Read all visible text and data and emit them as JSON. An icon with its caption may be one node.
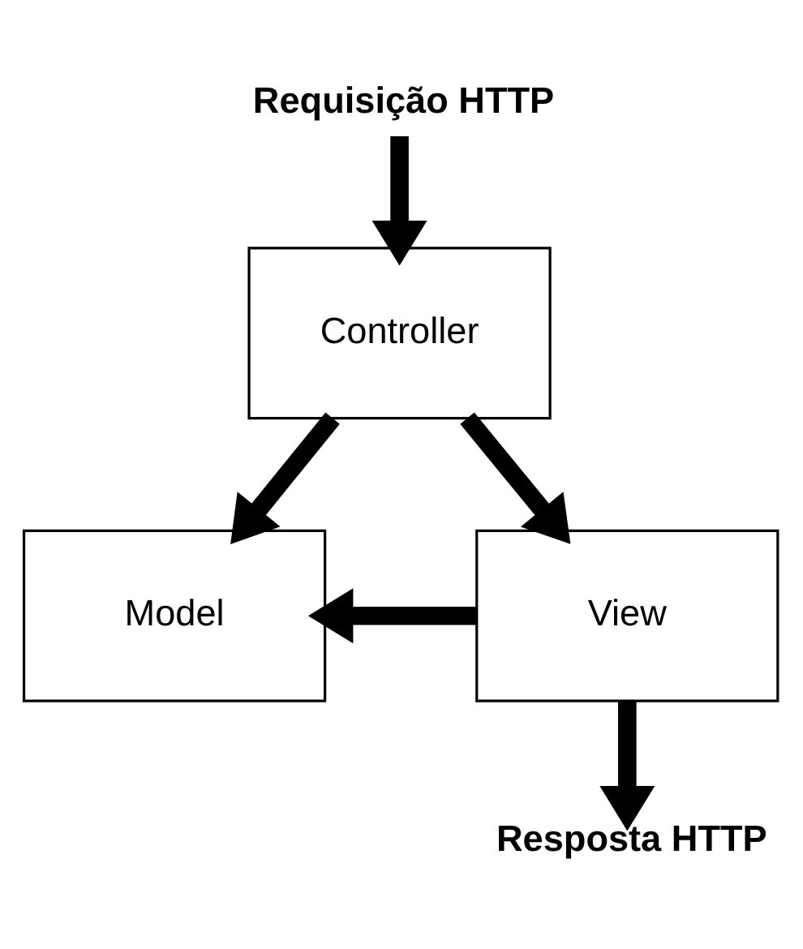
{
  "diagram": {
    "nodes": [
      {
        "text": [
          "Requisição HTTP"
        ]
      },
      {
        "text": [
          "Controller"
        ]
      },
      {
        "text": [
          "Model"
        ]
      },
      {
        "text": [
          "View"
        ]
      },
      {
        "text": [
          "Resposta HTTP"
        ]
      }
    ],
    "edges": [
      {
        "from": 0,
        "to": 1,
        "arrow": "to"
      },
      {
        "from": 1,
        "to": 2,
        "arrow": "to"
      },
      {
        "from": 1,
        "to": 3,
        "arrow": "to"
      },
      {
        "from": 3,
        "to": 2,
        "arrow": "to"
      },
      {
        "from": 3,
        "to": 4,
        "arrow": "to"
      }
    ]
  }
}
